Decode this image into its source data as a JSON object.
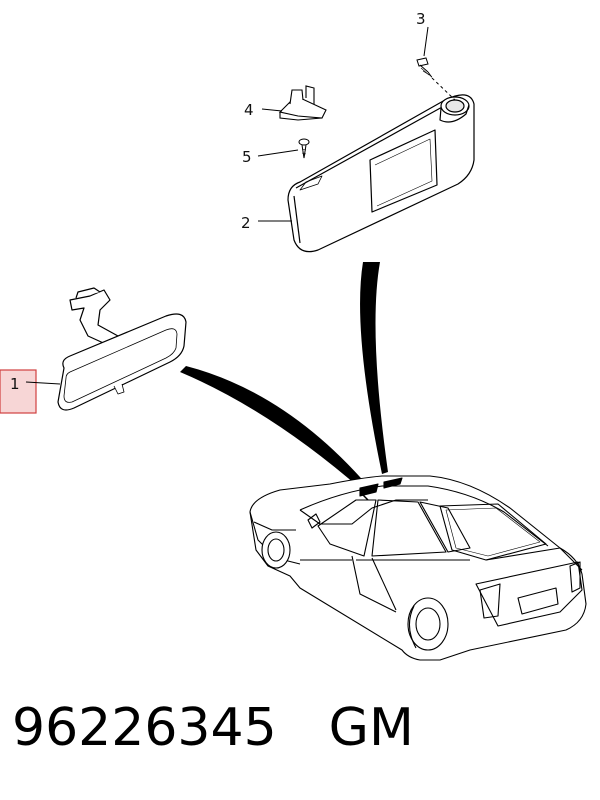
{
  "callouts": {
    "c1": "1",
    "c2": "2",
    "c3": "3",
    "c4": "4",
    "c5": "5"
  },
  "caption": {
    "part_number": "96226345",
    "brand": "GM"
  },
  "colors": {
    "highlight_fill": "#f7d6d6",
    "highlight_stroke": "#d04040",
    "line": "#000000"
  }
}
